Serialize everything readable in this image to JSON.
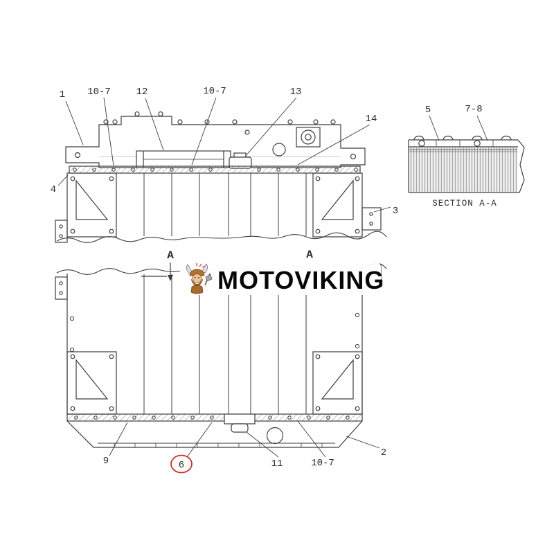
{
  "watermark": {
    "brand": "MOTOVIKING"
  },
  "diagram": {
    "section_label": "SECTION A-A",
    "section_marker": "A",
    "callouts": [
      {
        "id": "callout-1",
        "label": "1"
      },
      {
        "id": "callout-10-7-top-left",
        "label": "10-7"
      },
      {
        "id": "callout-12",
        "label": "12"
      },
      {
        "id": "callout-10-7-top-mid",
        "label": "10-7"
      },
      {
        "id": "callout-13",
        "label": "13"
      },
      {
        "id": "callout-14",
        "label": "14"
      },
      {
        "id": "callout-4",
        "label": "4"
      },
      {
        "id": "callout-3",
        "label": "3"
      },
      {
        "id": "callout-5",
        "label": "5"
      },
      {
        "id": "callout-7-8",
        "label": "7-8"
      },
      {
        "id": "callout-9",
        "label": "9"
      },
      {
        "id": "callout-6",
        "label": "6",
        "highlighted": true
      },
      {
        "id": "callout-11",
        "label": "11"
      },
      {
        "id": "callout-10-7-bottom",
        "label": "10-7"
      },
      {
        "id": "callout-2",
        "label": "2"
      }
    ]
  },
  "colors": {
    "line": "#3c3c3c",
    "highlight_circle": "#cc2b2b",
    "brand_text": "#070707"
  }
}
